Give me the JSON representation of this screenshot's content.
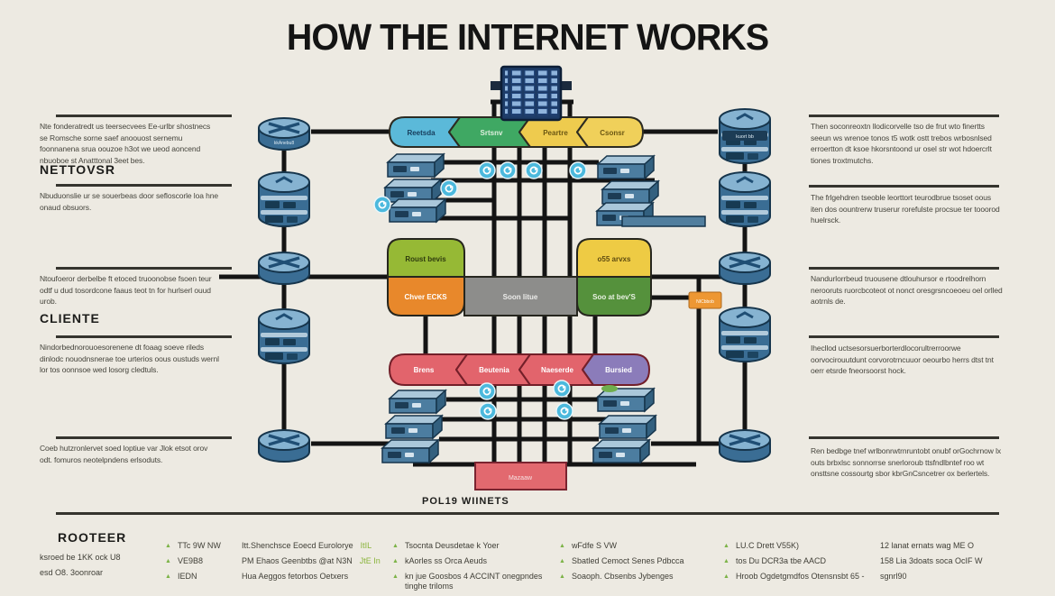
{
  "title": "HOW THE INTERNET WORKS",
  "left_column": {
    "section1": {
      "text": "Nte fonderatredt us teersecvees Ee-urlbr shostnecs se Romsche sorne saef anoouost sernemu foonnanena srua oouzoe h3ot we ueod aoncend nbuoboe st Anatttonal 3eet bes.",
      "label": "NETTOVSR"
    },
    "section2": {
      "text": "Nbuduonslie ur se souerbeas door sefloscorle loa hne onaud obsuors."
    },
    "section3": {
      "text": "Ntoufoeror derbelbe ft etoced truoonobse fsoen teur odtf u dud tosordcone faaus teot tn for hurlserl ouud urob.",
      "label": "CLIENTE"
    },
    "section4": {
      "text": "Nindorbednorouoesorenene dt foaag soeve rileds dinlodc nouodnsnerae toe urterios oous oustuds wernl lor tos oonnsoe wed losorg cledtuls."
    },
    "section5": {
      "text": "Coeb hutzronlervet soed loptiue var Jlok etsot orov odt. fomuros neotelpndens erlsoduts."
    }
  },
  "right_column": {
    "section1": {
      "text": "Then soconreoxtn llodicorvelle tso de frut wto finertts seeun ws wrenoe tonos t5 wotk ostt trebos wrbosnlsed erroertton dt ksoe hkorsntoond ur osel str wot hdoercrlt tiones troxtmutchs."
    },
    "section2": {
      "text": "The frlgehdren tseoble leorttort teurodbrue tsoset oous iten dos oountrerw truserur rorefulste procsue ter tooorod huelrsck."
    },
    "section3": {
      "text": "Nandurlorrbeud truousene dtlouhursor e rtoodrelhorn nerooruts ruorcbcoteot ot nonct oresgrsncoeoeu oel orlled aotrnls de."
    },
    "section4": {
      "text": "Ihecllod uctsesorsuerborterdlocorultrerroorwe oorvocirouutdunt corvorotrncuuor oeourbo herrs dtst tnt oerr etsrde fneorsoorst hock."
    },
    "section5": {
      "text": "Ren bedbge tnef wrlbonrwtrnruntobt onubf orGochrnow lx outs brbxlsc sonnorrse snerloroub ttsfndlbntef roo wt onsttsne cossourtg sbor kbrGnCsncetrer ox berlertels."
    }
  },
  "diagram": {
    "top_banner": [
      {
        "label": "Reetsda",
        "color": "#5bb9d9"
      },
      {
        "label": "Srtsnv",
        "color": "#3fa863"
      },
      {
        "label": "Peartre",
        "color": "#eecb4e"
      },
      {
        "label": "Csonsr",
        "color": "#f0d05a"
      }
    ],
    "mid_left_box": {
      "top_label": "Roust bevis",
      "top_color": "#96b935",
      "bottom_label": "Chver ECKS",
      "bottom_color": "#e8882b"
    },
    "center_bar": {
      "label": "Soon litue",
      "color": "#8d8d8b"
    },
    "mid_right_box": {
      "top_label": "o55 arvxs",
      "top_color": "#eecb44",
      "bottom_label": "Soo at bev'S",
      "bottom_color": "#55913c"
    },
    "bottom_banner": [
      {
        "label": "Brens",
        "color": "#e2646c"
      },
      {
        "label": "Beutenia",
        "color": "#e2646c"
      },
      {
        "label": "Naeserde",
        "color": "#e2646c"
      },
      {
        "label": "Bursied",
        "color": "#8b7cba"
      }
    ],
    "red_box_label": "Mazaaw",
    "orange_tag_label": "NICbbob",
    "left_router_label": "kkAnebu8",
    "right_stack_label": "kuort bb",
    "footer_label": "POL19 WIINETS"
  },
  "legend": {
    "header": "ROOTEER",
    "col1": [
      "ksroed be 1KK ock U8",
      "esd O8. 3oonroar"
    ],
    "col2": [
      "TTc 9W NW",
      "VE9B8",
      "IEDN"
    ],
    "col3": [
      {
        "text": "Itt.Shenchsce Eoecd Eurolorye",
        "tail": "ItIL"
      },
      {
        "text": "PM Ehaos Geenbtbs @at N3N",
        "tail": "JtE In"
      },
      {
        "text": "Hua Aeggos fetorbos Oetxers",
        "tail": ""
      }
    ],
    "col4": [
      "Tsocnta Deusdetae k Yoer",
      "kAorles ss Orca Aeuds",
      "kn jue Goosbos 4 ACCINT onegpndes tinghe triloms"
    ],
    "col5": [
      "wFdfe S VW",
      "Sbatled Cemoct Senes Pdbcca",
      "Soaoph. Cbsenbs Jybenges"
    ],
    "col6": [
      "LU.C Drett V55K)",
      "tos Du DCR3a tbe AACD",
      "Hroob Ogdetgmdfos Otensnsbt 65 -"
    ],
    "col7": [
      "12 lanat ernats wag ME O",
      "158 Lia 3doats soca OcIF W",
      "sgnrl90"
    ]
  },
  "icons": {
    "router": "cylinder-with-x-arrows",
    "database": "stacked-cylinder-server",
    "server": "3d-box-switch",
    "mainframe": "blue-rack-grid",
    "node": "cyan-circle-badge"
  },
  "colors": {
    "background": "#edeae2",
    "connector_line": "#141414",
    "divider": "#35342e",
    "legend_bullet": "#7cb347",
    "legend_tail": "#8ab43c",
    "red_box": "#e2696f",
    "orange_tag": "#ed9733",
    "device_blue": "#3a6d94"
  }
}
